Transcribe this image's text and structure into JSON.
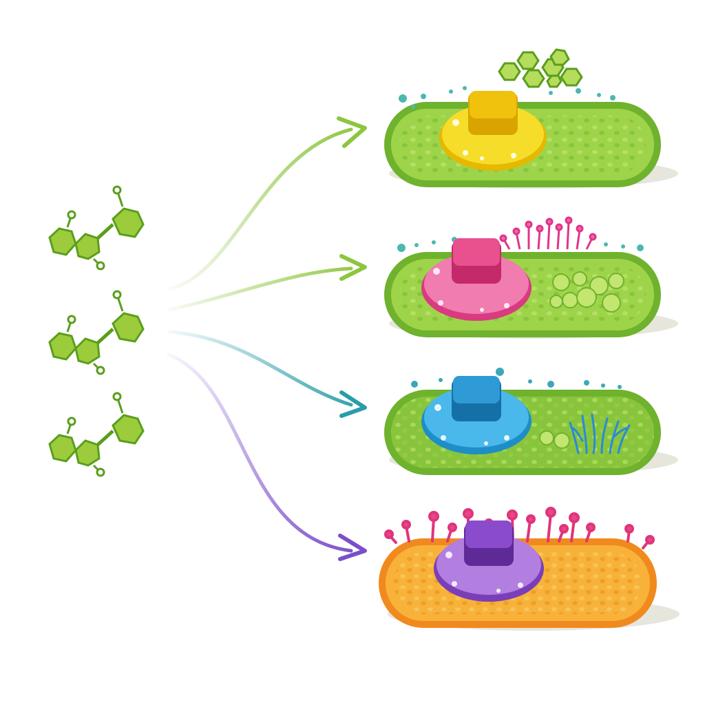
{
  "diagram": {
    "molecules": [
      {
        "id": "molecule-1",
        "color": "#9ccc3c",
        "stroke": "#5a9e1c"
      },
      {
        "id": "molecule-2",
        "color": "#9ccc3c",
        "stroke": "#5a9e1c"
      },
      {
        "id": "molecule-3",
        "color": "#9ccc3c",
        "stroke": "#5a9e1c"
      }
    ],
    "arrows": [
      {
        "id": "arrow-to-cell-yellow",
        "color": "#8cc63f"
      },
      {
        "id": "arrow-to-cell-pink",
        "color": "#8cc63f"
      },
      {
        "id": "arrow-to-cell-blue",
        "color": "#2a9da8"
      },
      {
        "id": "arrow-to-cell-purple",
        "color": "#7a4fc8"
      }
    ],
    "cells": [
      {
        "id": "cell-yellow-receptor",
        "body_color": "#9ed44a",
        "receptor_color": "#f6dd2a",
        "surface_feature": "green-hexagon-cluster"
      },
      {
        "id": "cell-pink-receptor",
        "body_color": "#9ed44a",
        "receptor_color": "#ee5a9c",
        "surface_feature": "pink-sprouts"
      },
      {
        "id": "cell-blue-receptor",
        "body_color": "#9ed44a",
        "receptor_color": "#3aaee0",
        "surface_feature": "blue-fibers"
      },
      {
        "id": "cell-purple-receptor",
        "body_color": "#f8b23a",
        "receptor_color": "#a86ad8",
        "surface_feature": "pink-spikes"
      }
    ]
  }
}
